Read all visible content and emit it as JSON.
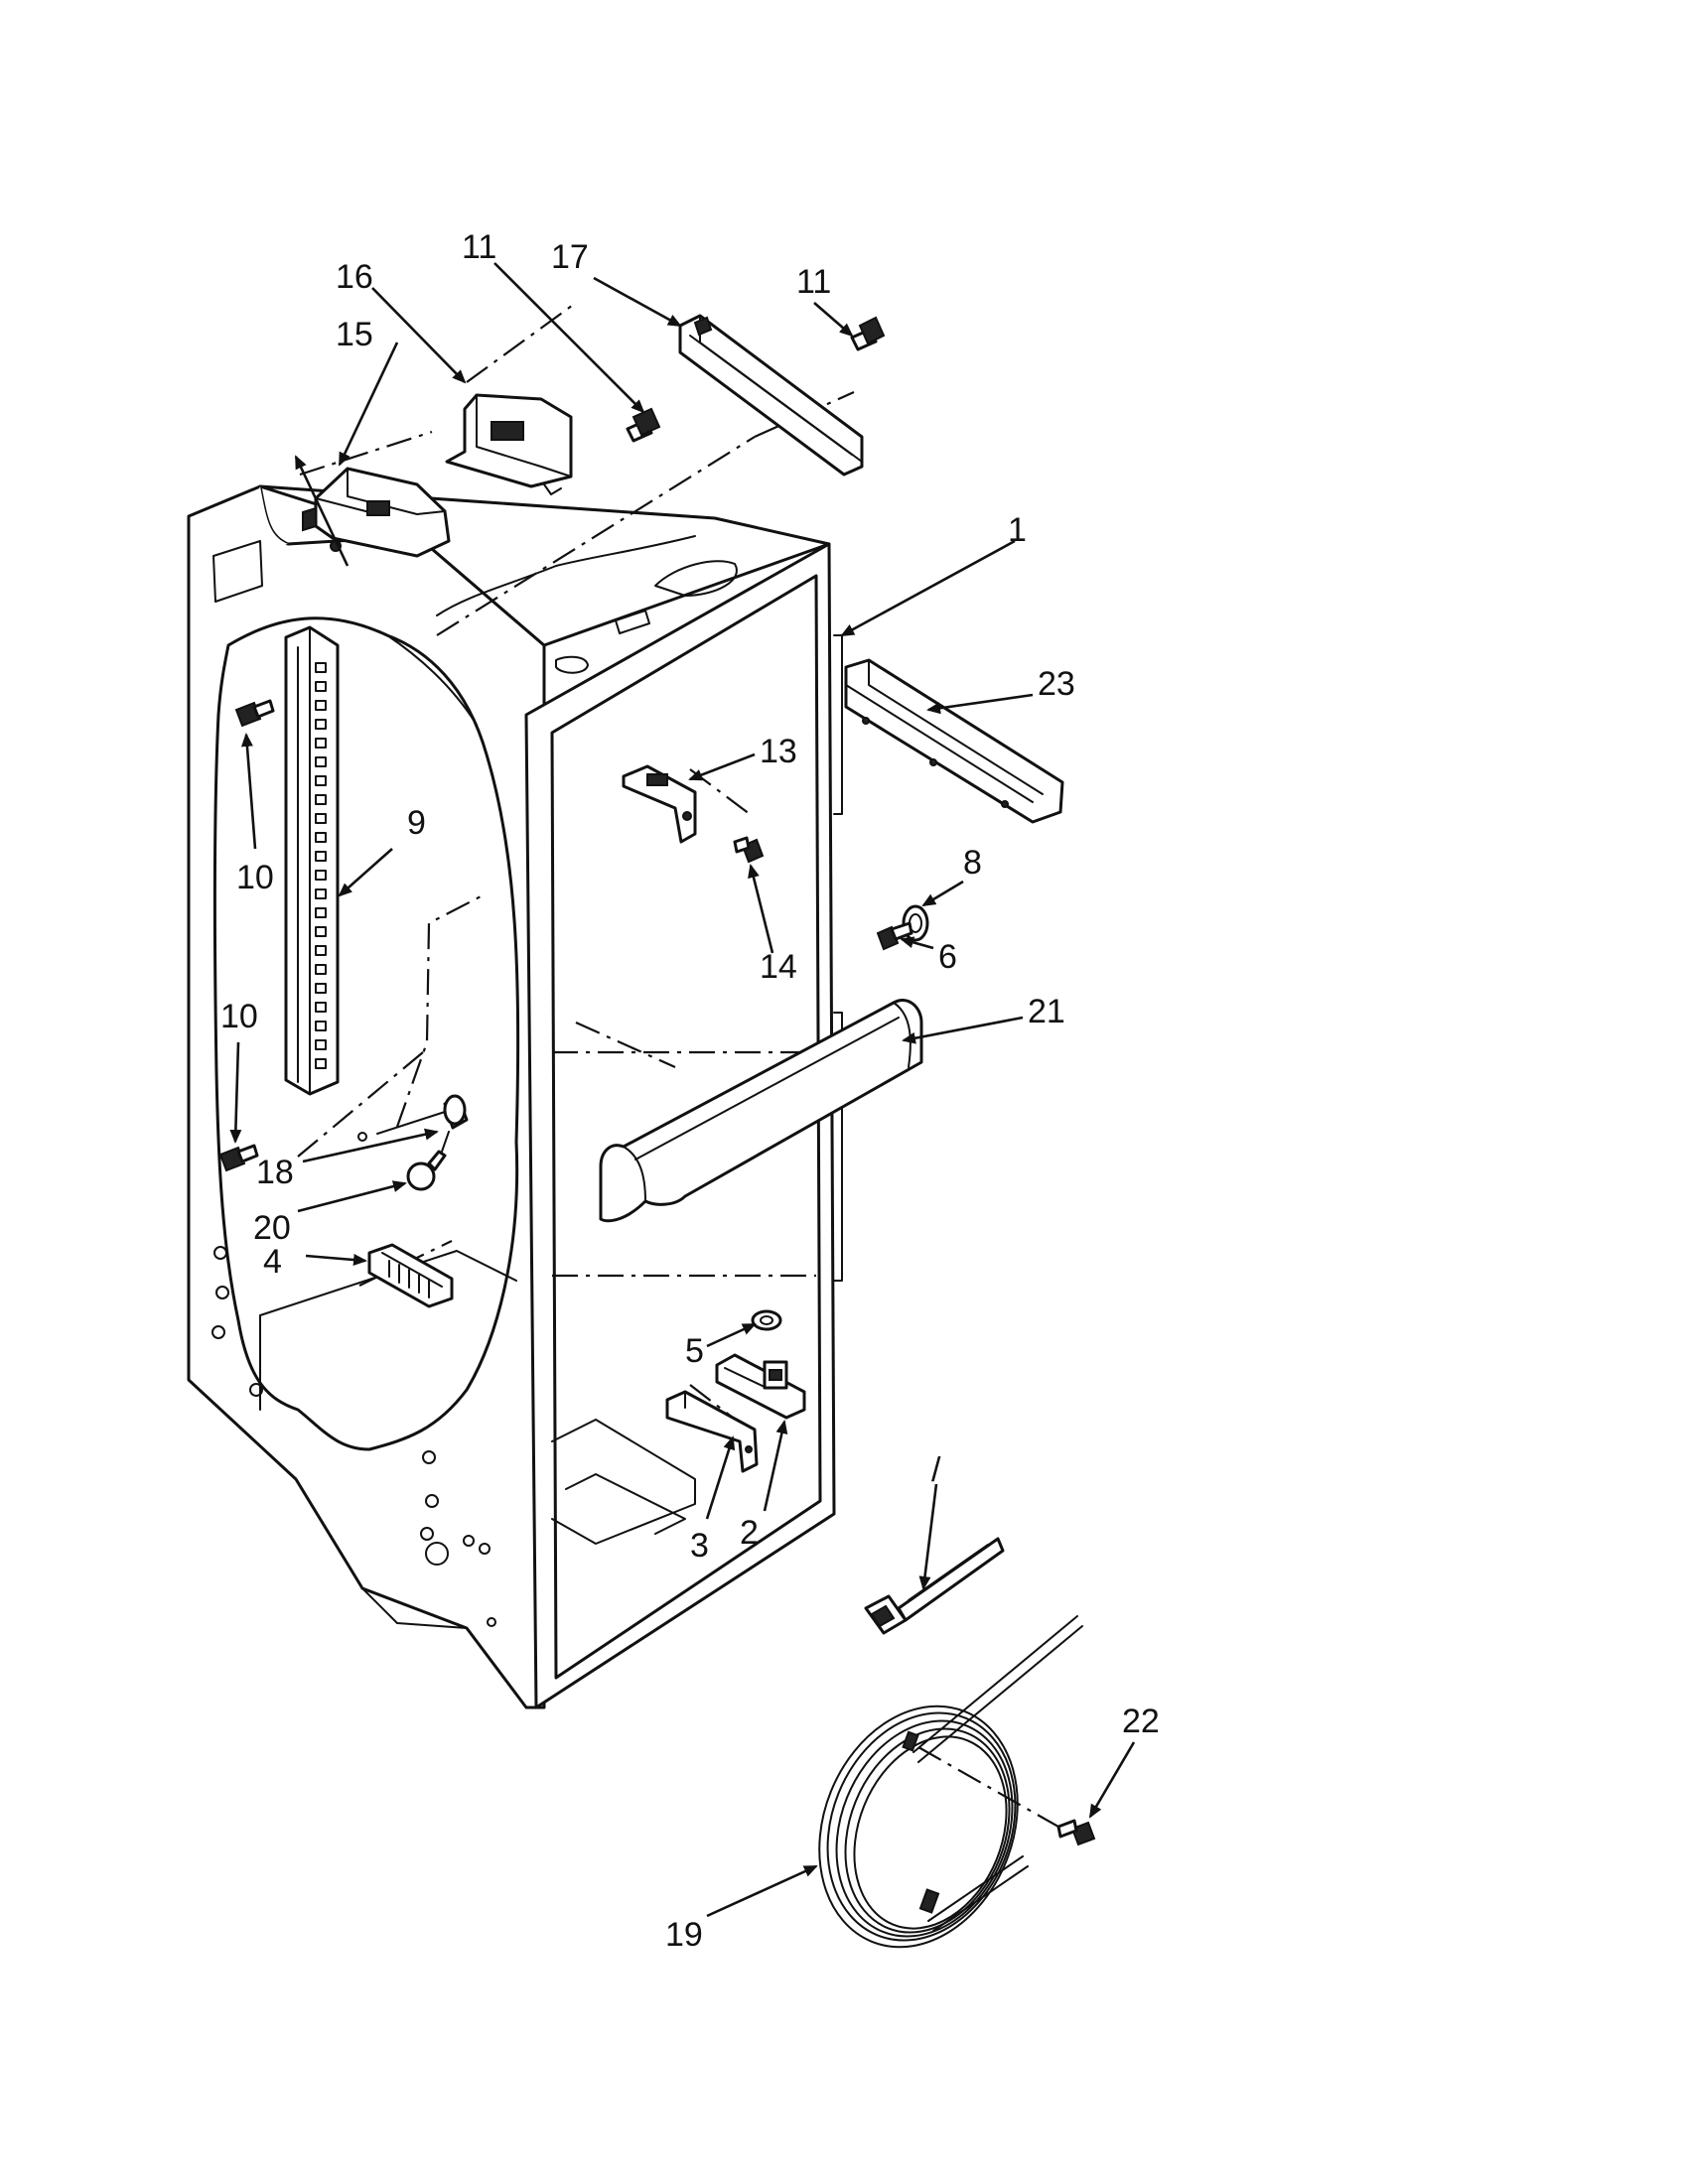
{
  "callouts": {
    "c1": "1",
    "c2": "2",
    "c3": "3",
    "c4": "4",
    "c5": "5",
    "c6": "6",
    "c7": "/",
    "c8": "8",
    "c9": "9",
    "c10a": "10",
    "c10b": "10",
    "c11a": "11",
    "c11b": "11",
    "c13": "13",
    "c14": "14",
    "c15": "15",
    "c16": "16",
    "c17": "17",
    "c18": "18",
    "c19": "19",
    "c20": "20",
    "c21": "21",
    "c22": "22",
    "c23": "23"
  },
  "colors": {
    "ink": "#111111",
    "paper": "#ffffff"
  }
}
